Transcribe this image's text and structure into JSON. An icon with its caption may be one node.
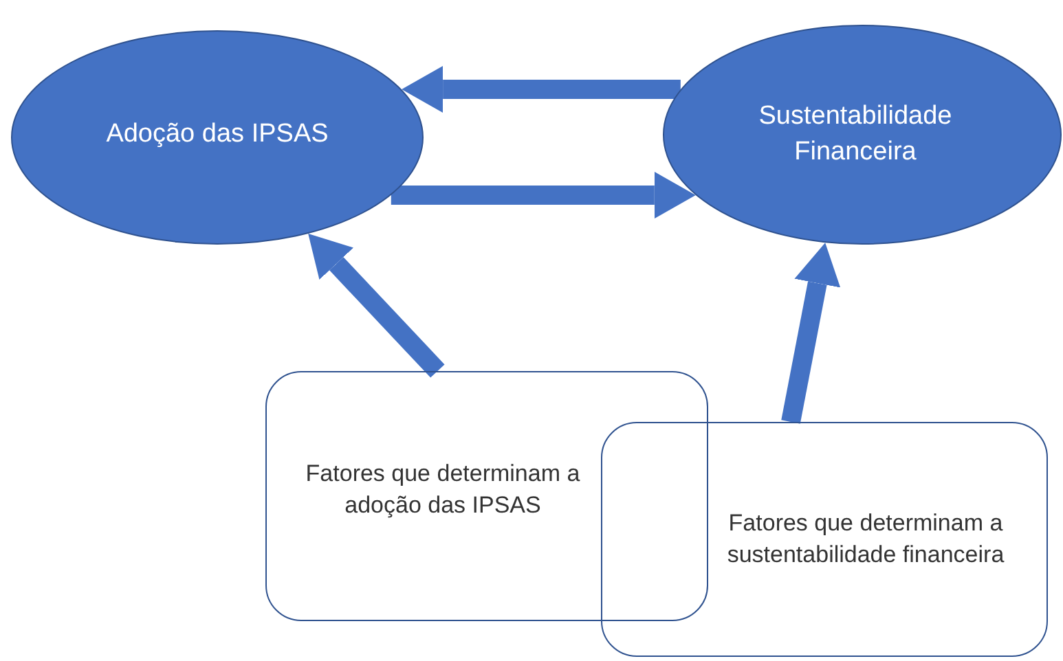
{
  "diagram": {
    "nodes": [
      {
        "text": [
          "Adoção das IPSAS"
        ]
      },
      {
        "text": [
          "Sustentabilidade Financeira"
        ]
      },
      {
        "text": [
          "Fatores que determinam a adoção das IPSAS"
        ]
      },
      {
        "text": [
          "Fatores que determinam a sustentabilidade financeira"
        ]
      }
    ],
    "edges": [
      {
        "from": 1,
        "to": 0,
        "arrow": "to"
      },
      {
        "from": 0,
        "to": 1,
        "arrow": "to"
      },
      {
        "from": 2,
        "to": 0,
        "arrow": "to"
      },
      {
        "from": 3,
        "to": 1,
        "arrow": "to"
      }
    ]
  }
}
